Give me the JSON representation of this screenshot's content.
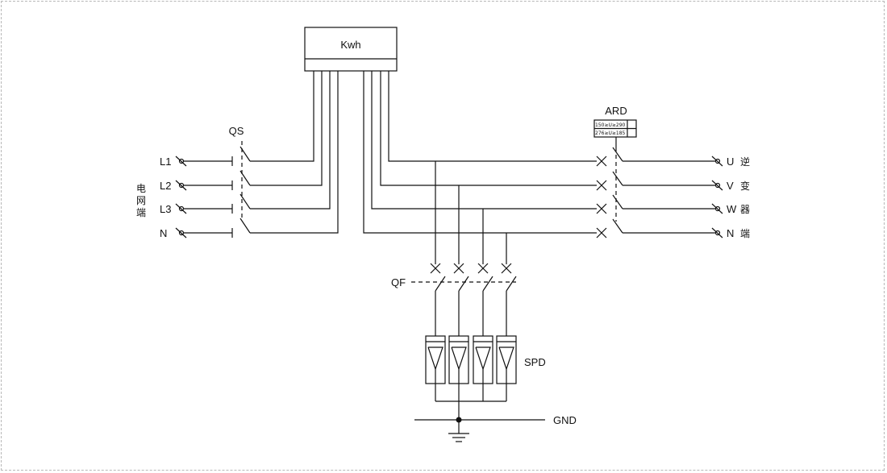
{
  "diagram": {
    "meter_label": "Kwh",
    "qs_label": "QS",
    "ard_label": "ARD",
    "ard_setting_1": "150≥U≥290",
    "ard_setting_2": "276≥U≥185",
    "qf_label": "QF",
    "spd_label": "SPD",
    "gnd_label": "GND",
    "grid_side_label": [
      "电",
      "网",
      "端"
    ],
    "grid_terminals": [
      "L1",
      "L2",
      "L3",
      "N"
    ],
    "inverter_terminals": [
      "U",
      "V",
      "W",
      "N"
    ],
    "inverter_side_label": [
      "逆",
      "变",
      "器",
      "端"
    ]
  }
}
